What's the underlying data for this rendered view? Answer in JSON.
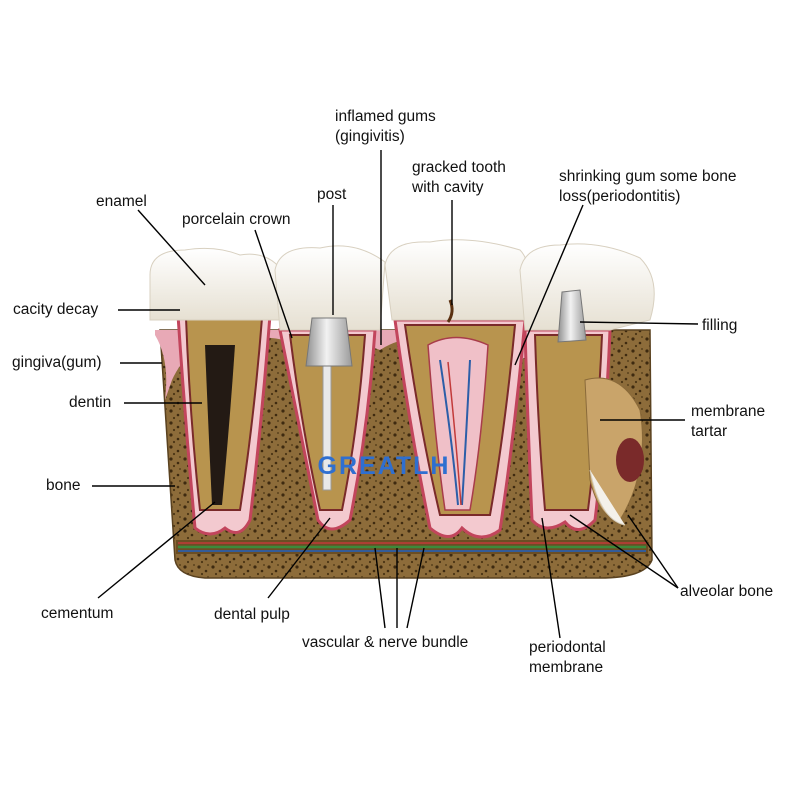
{
  "watermark": "GREATLH",
  "labels": {
    "inflamed_gums_line1": "inflamed gums",
    "inflamed_gums_line2": "(gingivitis)",
    "gracked_tooth_line1": "gracked tooth",
    "gracked_tooth_line2": "with cavity",
    "shrinking_gum_line1": "shrinking gum some bone",
    "shrinking_gum_line2": "loss(periodontitis)",
    "enamel": "enamel",
    "post": "post",
    "porcelain_crown": "porcelain crown",
    "cacity_decay": "cacity decay",
    "filling": "filling",
    "gingiva": "gingiva(gum)",
    "dentin": "dentin",
    "membrane_line1": "membrane",
    "membrane_line2": "tartar",
    "bone": "bone",
    "cementum": "cementum",
    "dental_pulp": "dental pulp",
    "alveolar_bone": "alveolar bone",
    "vascular_nerve_bundle": "vascular & nerve bundle",
    "periodontal_line1": "periodontal",
    "periodontal_line2": "membrane"
  },
  "colors": {
    "bone": "#8a6a3a",
    "bone_dark": "#4a3414",
    "enamel": "#f4f1ea",
    "gum": "#e8a9b6",
    "gum_dark": "#c2455c",
    "dentin": "#b8944e",
    "pulp": "#f3c9cf",
    "metal": "#c9c9c9",
    "watermark": "#2f6fd0"
  }
}
